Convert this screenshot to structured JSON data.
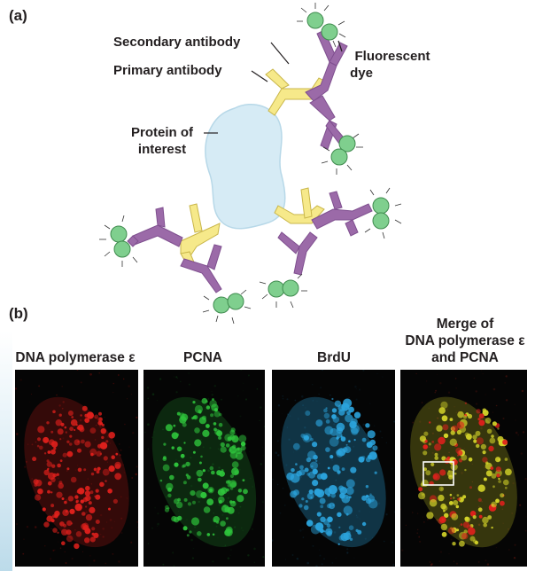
{
  "panel_a": {
    "label": "(a)",
    "secondary_antibody": "Secondary antibody",
    "primary_antibody": "Primary antibody",
    "fluorescent_dye_line1": "Fluorescent",
    "fluorescent_dye_line2": "dye",
    "protein_line1": "Protein of",
    "protein_line2": "interest"
  },
  "panel_b": {
    "label": "(b)",
    "images": [
      {
        "title": "DNA polymerase ε"
      },
      {
        "title": "PCNA"
      },
      {
        "title": "BrdU"
      },
      {
        "title_line1": "Merge of",
        "title_line2": "DNA polymerase ε",
        "title_line3": "and PCNA"
      }
    ]
  },
  "colors": {
    "primary_antibody": "#f6e98a",
    "secondary_antibody": "#9b6aa8",
    "protein": "#d6ebf5",
    "dye": "#7fcf8e",
    "red_channel": "#e0201c",
    "green_channel": "#2fc63c",
    "blue_channel": "#2ba3dc",
    "merge": "#d6d62a"
  }
}
